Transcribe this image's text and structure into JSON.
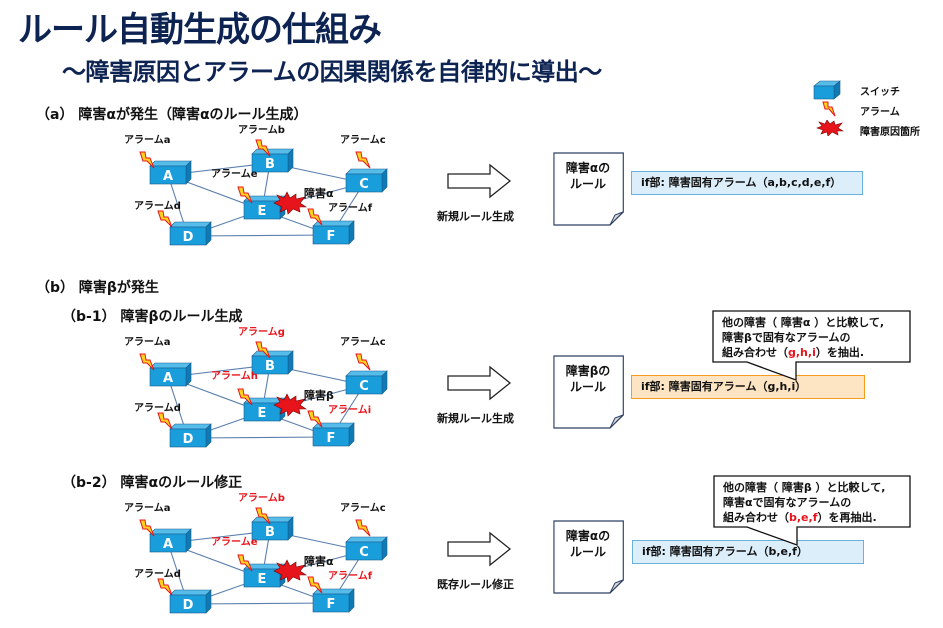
{
  "header": {
    "title": "ルール自動生成の仕組み",
    "subtitle": "～障害原因とアラームの因果関係を自律的に導出～"
  },
  "legend": {
    "items": [
      {
        "icon": "switch-icon",
        "label": "スイッチ"
      },
      {
        "icon": "alarm-lightning-icon",
        "label": "アラーム"
      },
      {
        "icon": "failure-burst-icon",
        "label": "障害原因箇所"
      }
    ]
  },
  "colors": {
    "title": "#0d2352",
    "switch_face": "#1a9ddb",
    "switch_top": "#56bdea",
    "switch_side": "#0f7ab5",
    "link": "#5a7fae",
    "alarm_red": "#e8141b",
    "burst": "#e8141b",
    "if_blue_fill": "#dbeefa",
    "if_blue_border": "#6ab0dc",
    "if_orange_fill": "#fde4c2",
    "if_orange_border": "#f39c1e"
  },
  "sections": {
    "a": {
      "heading": "（a） 障害αが発生（障害αのルール生成）",
      "failure_label": "障害α",
      "alarms": {
        "a": "アラームa",
        "b": "アラームb",
        "c": "アラームc",
        "d": "アラームd",
        "e": "アラームe",
        "f": "アラームf"
      },
      "highlighted_alarms": [],
      "arrow_label": "新規ルール生成",
      "rule_doc": [
        "障害αの",
        "ルール"
      ],
      "if_text": "if部:  障害固有アラーム（a,b,c,d,e,f）"
    },
    "b": {
      "heading": "（b） 障害βが発生"
    },
    "b1": {
      "heading": "（b-1） 障害βのルール生成",
      "failure_label": "障害β",
      "alarms": {
        "a": "アラームa",
        "g": "アラームg",
        "c": "アラームc",
        "d": "アラームd",
        "h": "アラームh",
        "i": "アラームi"
      },
      "highlighted_alarms": [
        "g",
        "h",
        "i"
      ],
      "arrow_label": "新規ルール生成",
      "rule_doc": [
        "障害βの",
        "ルール"
      ],
      "if_text": "if部:  障害固有アラーム（g,h,i）",
      "callout": {
        "line1": "他の障害（ 障害α ）と比較して,",
        "line2": "障害βで固有なアラームの",
        "line3_pre": "組み合わせ（",
        "line3_red": "g,h,i",
        "line3_post": "）を抽出."
      }
    },
    "b2": {
      "heading": "（b-2） 障害αのルール修正",
      "failure_label": "障害α",
      "alarms": {
        "a": "アラームa",
        "b": "アラームb",
        "c": "アラームc",
        "d": "アラームd",
        "e": "アラームe",
        "f": "アラームf"
      },
      "highlighted_alarms": [
        "b",
        "e",
        "f"
      ],
      "arrow_label": "既存ルール修正",
      "rule_doc": [
        "障害αの",
        "ルール"
      ],
      "if_text": "if部:  障害固有アラーム（b,e,f）",
      "callout": {
        "line1": "他の障害（ 障害β ）と比較して,",
        "line2": "障害αで固有なアラームの",
        "line3_pre": "組み合わせ（",
        "line3_red": "b,e,f",
        "line3_post": "）を再抽出."
      }
    }
  },
  "network": {
    "nodes": [
      "A",
      "B",
      "C",
      "D",
      "E",
      "F"
    ],
    "links": [
      [
        "A",
        "B"
      ],
      [
        "A",
        "D"
      ],
      [
        "A",
        "E"
      ],
      [
        "B",
        "E"
      ],
      [
        "B",
        "C"
      ],
      [
        "C",
        "E"
      ],
      [
        "C",
        "F"
      ],
      [
        "D",
        "E"
      ],
      [
        "D",
        "F"
      ],
      [
        "E",
        "F"
      ]
    ]
  }
}
